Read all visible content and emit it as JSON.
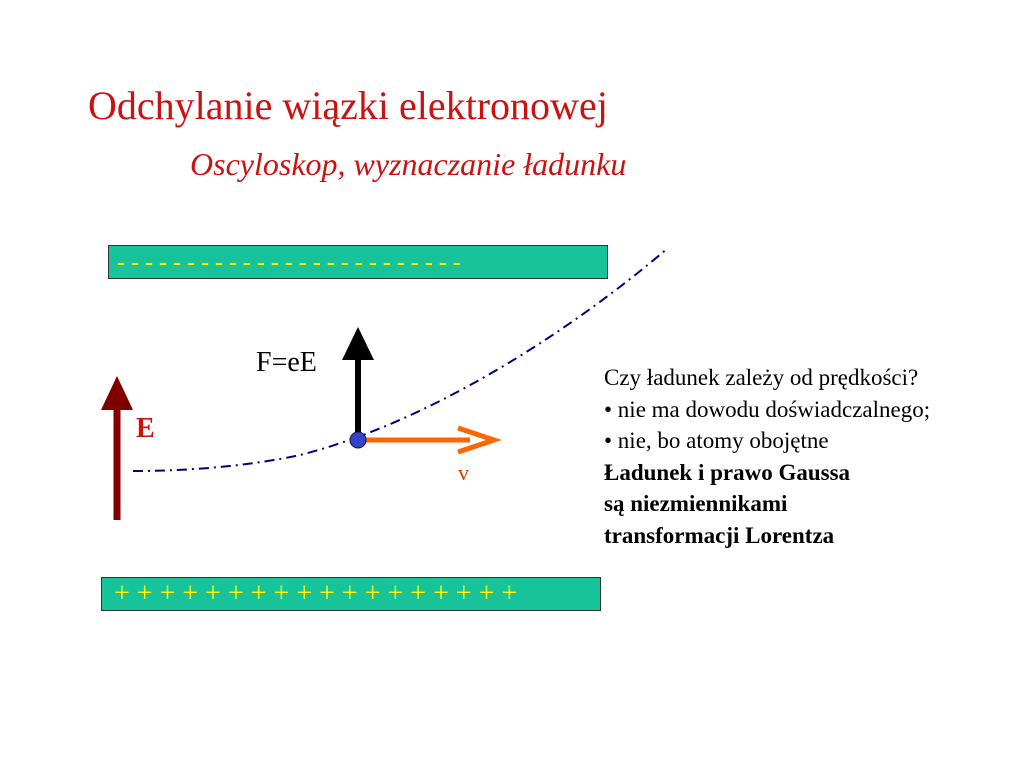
{
  "slide": {
    "title": "Odchylanie wiązki elektronowej",
    "subtitle": "Oscyloskop, wyznaczanie ładunku"
  },
  "plates": {
    "top_charges": "- - - - - - - - - - - - - - - - - - - - - - - - -",
    "bottom_charges": "+ + + + + + + + + + + + + + + + + +"
  },
  "diagram": {
    "force_label": "F=eE",
    "field_label": "E",
    "velocity_label": "v"
  },
  "text_block": {
    "question": "Czy ładunek zależy od prędkości?",
    "bullets": [
      "• nie ma dowodu doświadczalnego;",
      "• nie, bo atomy obojętne"
    ],
    "conclusion_lines": [
      "Ładunek i prawo Gaussa",
      "są niezmiennikami",
      "transformacji Lorentza"
    ]
  },
  "colors": {
    "title": "#cc1111",
    "plate_fill": "#19c39a",
    "charge_text": "#ffff00",
    "field_arrow": "#800000",
    "velocity_arrow": "#ff6600",
    "force_arrow": "#000000",
    "trajectory": "#000080",
    "electron": "#3344cc"
  },
  "icons": {
    "field_arrow": "arrow-up-icon",
    "force_arrow": "arrow-up-icon",
    "velocity_arrow": "arrow-right-icon",
    "electron": "circle-icon"
  }
}
